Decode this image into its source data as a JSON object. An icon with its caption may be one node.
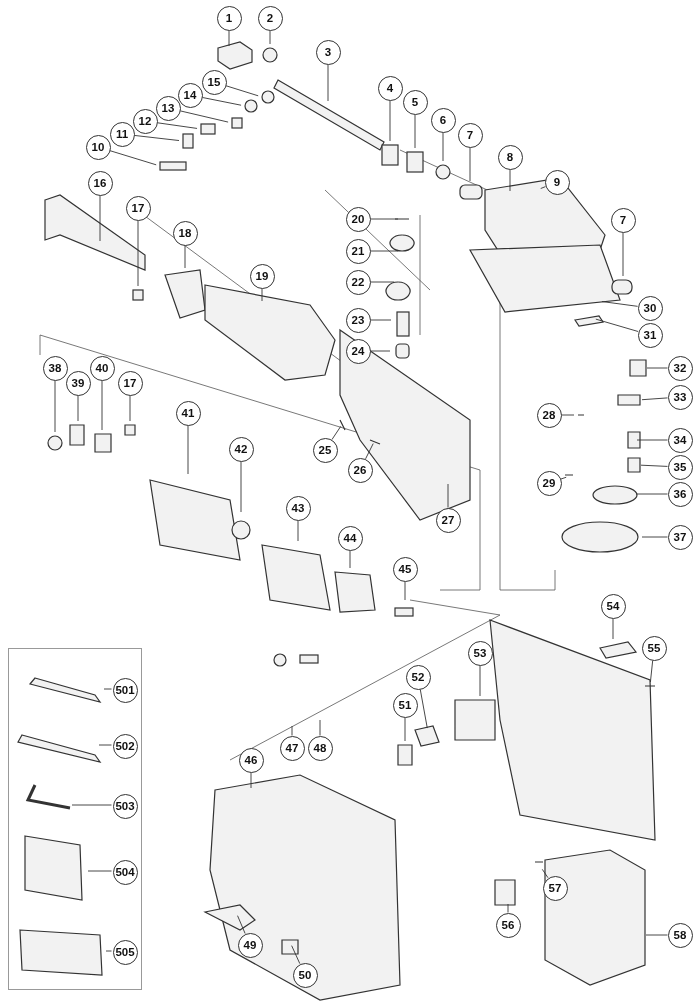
{
  "diagram": {
    "nodes": [
      {
        "text": [
          "1"
        ]
      },
      {
        "text": [
          "2"
        ]
      },
      {
        "text": [
          "3"
        ]
      },
      {
        "text": [
          "4"
        ]
      },
      {
        "text": [
          "5"
        ]
      },
      {
        "text": [
          "6"
        ]
      },
      {
        "text": [
          "7"
        ]
      },
      {
        "text": [
          "8"
        ]
      },
      {
        "text": [
          "9"
        ]
      },
      {
        "text": [
          "7"
        ]
      },
      {
        "text": [
          "30"
        ]
      },
      {
        "text": [
          "31"
        ]
      },
      {
        "text": [
          "10"
        ]
      },
      {
        "text": [
          "11"
        ]
      },
      {
        "text": [
          "12"
        ]
      },
      {
        "text": [
          "13"
        ]
      },
      {
        "text": [
          "14"
        ]
      },
      {
        "text": [
          "15"
        ]
      },
      {
        "text": [
          "16"
        ]
      },
      {
        "text": [
          "17"
        ]
      },
      {
        "text": [
          "18"
        ]
      },
      {
        "text": [
          "19"
        ]
      },
      {
        "text": [
          "20"
        ]
      },
      {
        "text": [
          "21"
        ]
      },
      {
        "text": [
          "22"
        ]
      },
      {
        "text": [
          "23"
        ]
      },
      {
        "text": [
          "24"
        ]
      },
      {
        "text": [
          "25"
        ]
      },
      {
        "text": [
          "26"
        ]
      },
      {
        "text": [
          "27"
        ]
      },
      {
        "text": [
          "28"
        ]
      },
      {
        "text": [
          "29"
        ]
      },
      {
        "text": [
          "32"
        ]
      },
      {
        "text": [
          "33"
        ]
      },
      {
        "text": [
          "34"
        ]
      },
      {
        "text": [
          "35"
        ]
      },
      {
        "text": [
          "36"
        ]
      },
      {
        "text": [
          "37"
        ]
      },
      {
        "text": [
          "38"
        ]
      },
      {
        "text": [
          "39"
        ]
      },
      {
        "text": [
          "40"
        ]
      },
      {
        "text": [
          "17"
        ]
      },
      {
        "text": [
          "41"
        ]
      },
      {
        "text": [
          "42"
        ]
      },
      {
        "text": [
          "43"
        ]
      },
      {
        "text": [
          "44"
        ]
      },
      {
        "text": [
          "45"
        ]
      },
      {
        "text": [],
        "shape": "box"
      },
      {
        "text": [
          "501"
        ],
        "in": 47
      },
      {
        "text": [
          "502"
        ],
        "in": 47
      },
      {
        "text": [
          "503"
        ],
        "in": 47
      },
      {
        "text": [
          "504"
        ],
        "in": 47
      },
      {
        "text": [
          "505"
        ],
        "in": 47
      },
      {
        "text": [
          "46"
        ]
      },
      {
        "text": [
          "47"
        ]
      },
      {
        "text": [
          "48"
        ]
      },
      {
        "text": [
          "49"
        ]
      },
      {
        "text": [
          "50"
        ]
      },
      {
        "text": [
          "51"
        ]
      },
      {
        "text": [
          "52"
        ]
      },
      {
        "text": [
          "53"
        ]
      },
      {
        "text": [
          "54"
        ]
      },
      {
        "text": [
          "55"
        ]
      },
      {
        "text": [
          "56"
        ]
      },
      {
        "text": [
          "57"
        ]
      },
      {
        "text": [
          "58"
        ]
      }
    ],
    "edges": [
      {
        "from": 0,
        "to": null,
        "arrow": "none"
      },
      {
        "from": 1,
        "to": null,
        "arrow": "none"
      },
      {
        "from": 2,
        "to": null,
        "arrow": "none"
      },
      {
        "from": 3,
        "to": null,
        "arrow": "none"
      },
      {
        "from": 4,
        "to": null,
        "arrow": "none"
      },
      {
        "from": 5,
        "to": null,
        "arrow": "none"
      },
      {
        "from": 6,
        "to": null,
        "arrow": "none"
      },
      {
        "from": 7,
        "to": null,
        "arrow": "none"
      },
      {
        "from": 8,
        "to": null,
        "arrow": "none"
      },
      {
        "from": 9,
        "to": null,
        "arrow": "none"
      },
      {
        "from": 10,
        "to": null,
        "arrow": "none"
      },
      {
        "from": 11,
        "to": null,
        "arrow": "none"
      },
      {
        "from": 12,
        "to": null,
        "arrow": "none"
      },
      {
        "from": 13,
        "to": null,
        "arrow": "none"
      },
      {
        "from": 14,
        "to": null,
        "arrow": "none"
      },
      {
        "from": 15,
        "to": null,
        "arrow": "none"
      },
      {
        "from": 16,
        "to": null,
        "arrow": "none"
      },
      {
        "from": 17,
        "to": null,
        "arrow": "none"
      },
      {
        "from": 18,
        "to": null,
        "arrow": "none"
      },
      {
        "from": 19,
        "to": null,
        "arrow": "none"
      },
      {
        "from": 20,
        "to": null,
        "arrow": "none"
      },
      {
        "from": 21,
        "to": null,
        "arrow": "none"
      },
      {
        "from": 22,
        "to": null,
        "arrow": "none"
      },
      {
        "from": 23,
        "to": null,
        "arrow": "none"
      },
      {
        "from": 24,
        "to": null,
        "arrow": "none"
      },
      {
        "from": 25,
        "to": null,
        "arrow": "none"
      },
      {
        "from": 26,
        "to": null,
        "arrow": "none"
      },
      {
        "from": 27,
        "to": null,
        "arrow": "none"
      },
      {
        "from": 28,
        "to": null,
        "arrow": "none"
      },
      {
        "from": 29,
        "to": null,
        "arrow": "none"
      },
      {
        "from": 30,
        "to": null,
        "arrow": "none"
      },
      {
        "from": 31,
        "to": null,
        "arrow": "none"
      },
      {
        "from": 32,
        "to": null,
        "arrow": "none"
      },
      {
        "from": 33,
        "to": null,
        "arrow": "none"
      },
      {
        "from": 34,
        "to": null,
        "arrow": "none"
      },
      {
        "from": 35,
        "to": null,
        "arrow": "none"
      },
      {
        "from": 36,
        "to": null,
        "arrow": "none"
      },
      {
        "from": 37,
        "to": null,
        "arrow": "none"
      },
      {
        "from": 38,
        "to": null,
        "arrow": "none"
      },
      {
        "from": 39,
        "to": null,
        "arrow": "none"
      },
      {
        "from": 40,
        "to": null,
        "arrow": "none"
      },
      {
        "from": 41,
        "to": null,
        "arrow": "none"
      },
      {
        "from": 42,
        "to": null,
        "arrow": "none"
      },
      {
        "from": 43,
        "to": null,
        "arrow": "none"
      },
      {
        "from": 44,
        "to": null,
        "arrow": "none"
      },
      {
        "from": 45,
        "to": null,
        "arrow": "none"
      },
      {
        "from": 46,
        "to": null,
        "arrow": "none"
      },
      {
        "from": 48,
        "to": null,
        "arrow": "none"
      },
      {
        "from": 49,
        "to": null,
        "arrow": "none"
      },
      {
        "from": 50,
        "to": null,
        "arrow": "none"
      },
      {
        "from": 51,
        "to": null,
        "arrow": "none"
      },
      {
        "from": 52,
        "to": null,
        "arrow": "none"
      },
      {
        "from": 53,
        "to": null,
        "arrow": "none"
      },
      {
        "from": 54,
        "to": null,
        "arrow": "none"
      },
      {
        "from": 55,
        "to": null,
        "arrow": "none"
      },
      {
        "from": 56,
        "to": null,
        "arrow": "none"
      },
      {
        "from": 57,
        "to": null,
        "arrow": "none"
      },
      {
        "from": 58,
        "to": null,
        "arrow": "none"
      },
      {
        "from": 59,
        "to": null,
        "arrow": "none"
      },
      {
        "from": 60,
        "to": null,
        "arrow": "none"
      },
      {
        "from": 61,
        "to": null,
        "arrow": "none"
      },
      {
        "from": 62,
        "to": null,
        "arrow": "none"
      },
      {
        "from": 63,
        "to": null,
        "arrow": "none"
      },
      {
        "from": 64,
        "to": null,
        "arrow": "none"
      },
      {
        "from": 65,
        "to": null,
        "arrow": "none"
      }
    ]
  }
}
